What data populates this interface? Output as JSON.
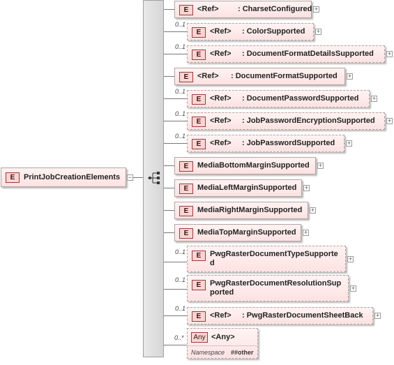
{
  "root": {
    "badge": "E",
    "label": "PrintJobCreationElements",
    "collapse": "−"
  },
  "children": [
    {
      "badge": "E",
      "ref": "<Ref>",
      "name": ": CharsetConfigured",
      "card": "",
      "optional": false,
      "expand": "+"
    },
    {
      "badge": "E",
      "ref": "<Ref>",
      "name": ": ColorSupported",
      "card": "0..1",
      "optional": true,
      "expand": "+"
    },
    {
      "badge": "E",
      "ref": "<Ref>",
      "name": ": DocumentFormatDetailsSupported",
      "card": "0..1",
      "optional": true,
      "expand": "+"
    },
    {
      "badge": "E",
      "ref": "<Ref>",
      "name": ": DocumentFormatSupported",
      "card": "",
      "optional": false,
      "expand": "+"
    },
    {
      "badge": "E",
      "ref": "<Ref>",
      "name": ": DocumentPasswordSupported",
      "card": "0..1",
      "optional": true,
      "expand": "+"
    },
    {
      "badge": "E",
      "ref": "<Ref>",
      "name": ": JobPasswordEncryptionSupported",
      "card": "0..1",
      "optional": true,
      "expand": "+"
    },
    {
      "badge": "E",
      "ref": "<Ref>",
      "name": ": JobPasswordSupported",
      "card": "0..1",
      "optional": true,
      "expand": "+"
    },
    {
      "badge": "E",
      "name": "MediaBottomMarginSupported",
      "card": "",
      "optional": false,
      "expand": "+"
    },
    {
      "badge": "E",
      "name": "MediaLeftMarginSupported",
      "card": "",
      "optional": false,
      "expand": "+"
    },
    {
      "badge": "E",
      "name": "MediaRightMarginSupported",
      "card": "",
      "optional": false,
      "expand": "+"
    },
    {
      "badge": "E",
      "name": "MediaTopMarginSupported",
      "card": "",
      "optional": false,
      "expand": "+"
    },
    {
      "badge": "E",
      "name_line1": "PwgRasterDocumentTypeSupporte",
      "name_line2": "d",
      "card": "0..1",
      "optional": true,
      "expand": "+"
    },
    {
      "badge": "E",
      "name_line1": "PwgRasterDocumentResolutionSup",
      "name_line2": "ported",
      "card": "0..1",
      "optional": true,
      "expand": "+"
    },
    {
      "badge": "E",
      "ref": "<Ref>",
      "name": ": PwgRasterDocumentSheetBack",
      "card": "0..1",
      "optional": true,
      "expand": "+"
    }
  ],
  "any": {
    "badge": "Any",
    "label": "<Any>",
    "card": "0..*",
    "ns_label": "Namespace",
    "ns_value": "##other"
  }
}
